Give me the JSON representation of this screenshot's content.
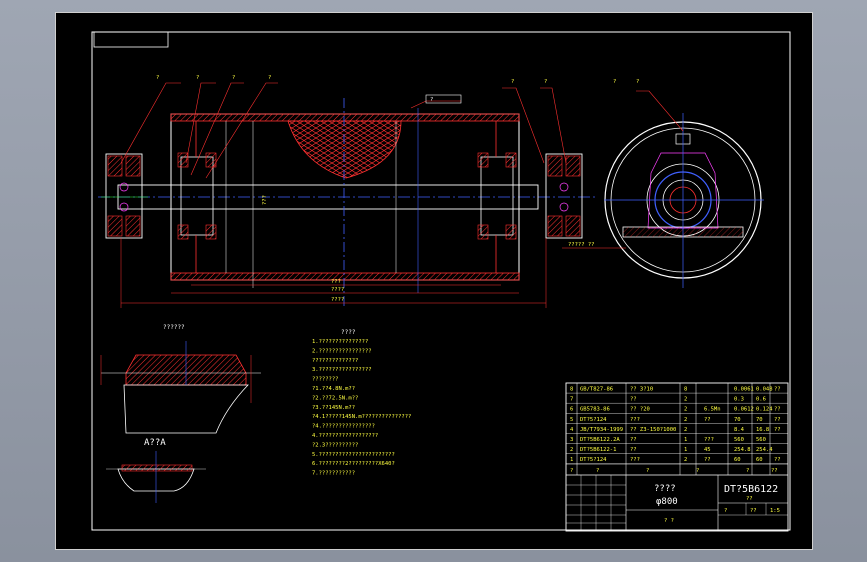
{
  "drawing": {
    "title_box": "",
    "callout_labels": [
      "?",
      "?",
      "?",
      "?",
      "?",
      "?",
      "?",
      "?"
    ],
    "dimension_labels": {
      "total_length": "????",
      "shell_length": "????",
      "shaft_length": "???",
      "bearing_span": "???",
      "seal_note": "????? ??"
    },
    "detail_title": "??????",
    "section_title": "A??A",
    "tech_title": "????",
    "tech_notes": [
      "1.???????????????",
      "2.????????????????",
      "  ??????????????",
      "3.????????????????",
      "  ????????",
      "  ?1.??4.8N.m??",
      "  ?2.??72.5N.m??",
      "  ?3.??145N.m??",
      "  ?4.1?????145N.m???????????????",
      "  ?4.????????????????",
      "4.??????????????????",
      "  ?2.3??????????",
      "5.???????????????????????",
      "6.????????2?????????X640?",
      "7.???????????"
    ],
    "flag_label": "?"
  },
  "bom": {
    "rows": [
      {
        "no": "8",
        "code": "GB/T827-86",
        "name": "?? 3?10",
        "qty": "8",
        "mat": "",
        "w1": "0.0061",
        "w2": "0.048",
        "note": "??"
      },
      {
        "no": "7",
        "code": "",
        "name": "??",
        "qty": "2",
        "mat": "",
        "w1": "0.3",
        "w2": "0.6",
        "note": ""
      },
      {
        "no": "6",
        "code": "GB5783-86",
        "name": "?? ?20",
        "qty": "2",
        "mat": "6.5Mn",
        "w1": "0.0612",
        "w2": "0.124",
        "note": "??"
      },
      {
        "no": "5",
        "code": "DT?5?124",
        "name": "???",
        "qty": "2",
        "mat": "??",
        "w1": "70",
        "w2": "70",
        "note": "??"
      },
      {
        "no": "4",
        "code": "JB/T7934-1999",
        "name": "?? Z3-150?1000",
        "qty": "2",
        "mat": "",
        "w1": "8.4",
        "w2": "16.8",
        "note": "??"
      },
      {
        "no": "3",
        "code": "DT?5B6122.2A",
        "name": "??",
        "qty": "1",
        "mat": "???",
        "w1": "560",
        "w2": "560",
        "note": ""
      },
      {
        "no": "2",
        "code": "DT?5B6122-1",
        "name": "??",
        "qty": "1",
        "mat": "45",
        "w1": "254.8",
        "w2": "254.4",
        "note": ""
      },
      {
        "no": "1",
        "code": "DT?5?124",
        "name": "???",
        "qty": "2",
        "mat": "??",
        "w1": "60",
        "w2": "60",
        "note": "??"
      }
    ],
    "header": {
      "c1": "?",
      "c2": "?",
      "c3": "?",
      "c4": "?",
      "c5": "?",
      "c6": "??"
    },
    "title_name": "????",
    "title_size": "φ800",
    "drawing_no": "DT?5B6122",
    "approval": "? ?",
    "scale_labels": [
      "?",
      "??",
      "1:5"
    ],
    "weight": "??"
  },
  "colors": {
    "background": "#000000",
    "line_white": "#ffffff",
    "line_red": "#ff3030",
    "line_yellow": "#ffff40",
    "line_blue": "#4060ff",
    "line_green": "#30ff30",
    "line_magenta": "#ff40ff"
  }
}
